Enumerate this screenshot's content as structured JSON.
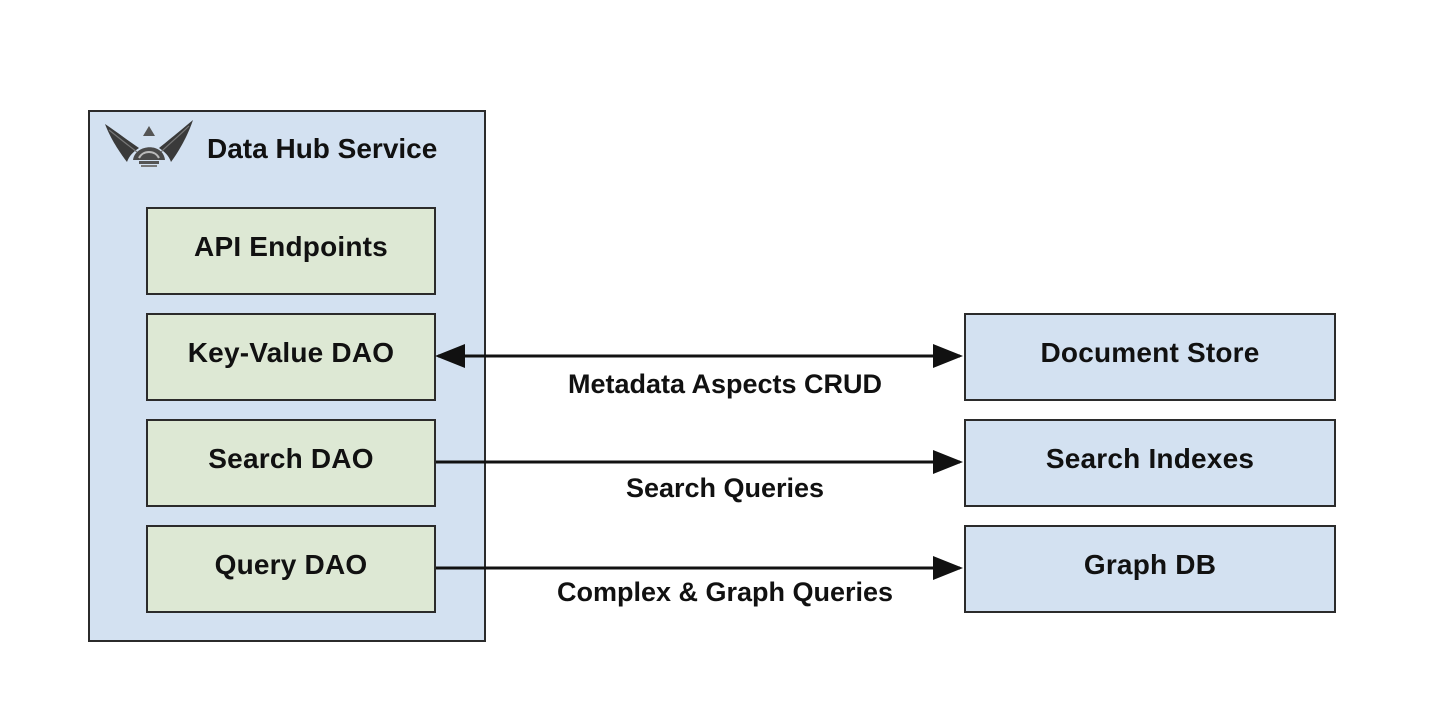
{
  "colors": {
    "service_fill": "#d3e1f1",
    "component_fill": "#dde8d4",
    "store_fill": "#d3e1f1",
    "stroke": "#2b2b2b"
  },
  "service": {
    "title": "Data Hub Service",
    "logo_icon": "winged-helmet-logo-icon",
    "components": [
      {
        "id": "api",
        "label": "API Endpoints"
      },
      {
        "id": "kv",
        "label": "Key-Value DAO"
      },
      {
        "id": "search",
        "label": "Search DAO"
      },
      {
        "id": "query",
        "label": "Query DAO"
      }
    ]
  },
  "stores": [
    {
      "id": "doc",
      "label": "Document Store"
    },
    {
      "id": "idx",
      "label": "Search Indexes"
    },
    {
      "id": "graph",
      "label": "Graph DB"
    }
  ],
  "edges": [
    {
      "from": "kv",
      "to": "doc",
      "label": "Metadata Aspects CRUD",
      "bidirectional": true
    },
    {
      "from": "search",
      "to": "idx",
      "label": "Search Queries",
      "bidirectional": false
    },
    {
      "from": "query",
      "to": "graph",
      "label": "Complex & Graph Queries",
      "bidirectional": false
    }
  ]
}
